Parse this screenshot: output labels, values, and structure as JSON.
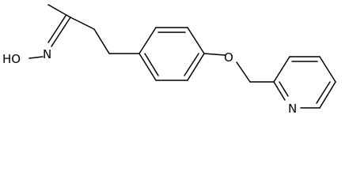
{
  "molecule": {
    "labels": {
      "hydroxyl": "HO",
      "oxime_nitrogen": "N",
      "ether_oxygen": "O",
      "pyridine_nitrogen": "N"
    }
  }
}
